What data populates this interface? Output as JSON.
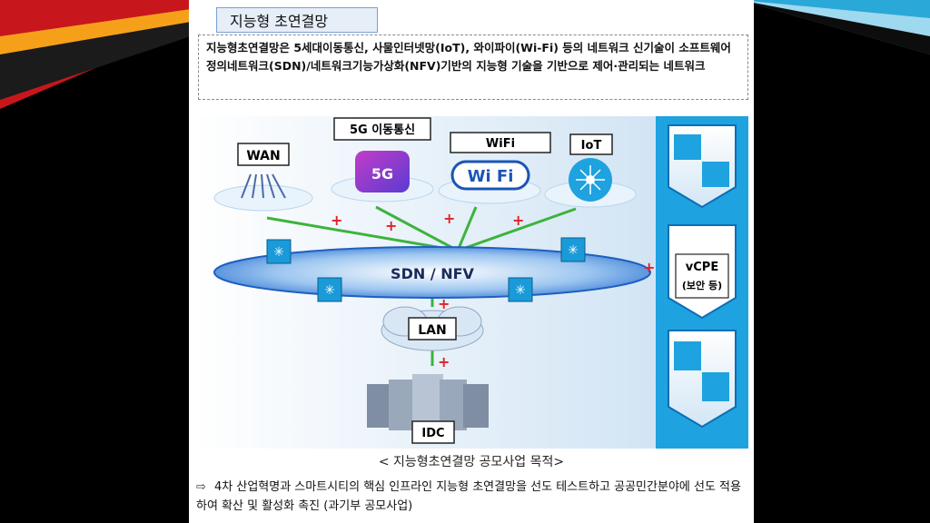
{
  "title": "지능형 초연결망",
  "description": "지능형초연결망은 5세대이동통신, 사물인터넷망(IoT), 와이파이(Wi-Fi) 등의 네트워크 신기술이 소프트웨어정의네트워크(SDN)/네트워크기능가상화(NFV)기반의 지능형 기술을 기반으로 제어·관리되는 네트워크",
  "diagram": {
    "wan_label": "WAN",
    "g5_label": "5G 이동통신",
    "g5_logo": "5G",
    "wifi_label": "WiFi",
    "wifi_logo": "Wi Fi",
    "iot_label": "IoT",
    "sdn_label": "SDN / NFV",
    "lan_label": "LAN",
    "idc_label": "IDC",
    "vcpe_label": "vCPE",
    "vcpe_sub": "(보안 등)",
    "plus": "+",
    "colors": {
      "accent": "#1fa2e0",
      "link": "#3db33d",
      "plus": "#e0202a",
      "cloud": "#bcd6f2"
    }
  },
  "caption": "< 지능형초연결망 공모사업 목적>",
  "bullet": "4차 산업혁명과 스마트시티의 핵심 인프라인 지능형 초연결망을 선도 테스트하고 공공민간분야에 선도 적용하여 확산 및 활성화 촉진 (과기부 공모사업)"
}
